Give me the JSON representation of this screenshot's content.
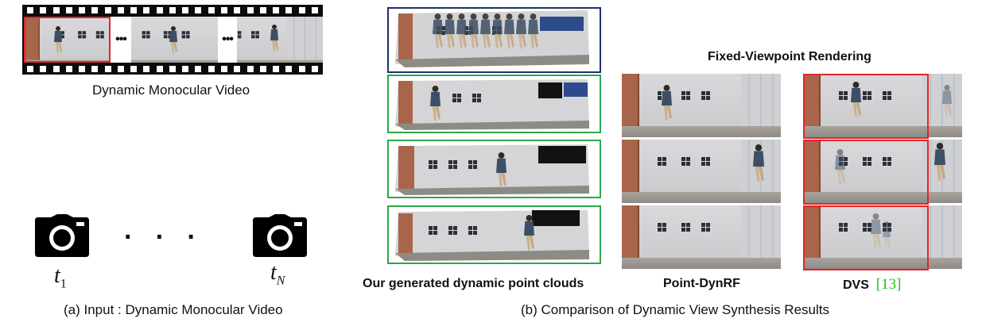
{
  "panel_a": {
    "film_caption": "Dynamic Monocular Video",
    "ellipsis": "•••",
    "camera_dots": "·   ·   ·",
    "t_first": "t",
    "t_first_sub": "1",
    "t_last": "t",
    "t_last_sub": "N",
    "caption": "(a) Input : Dynamic Monocular Video"
  },
  "panel_b": {
    "point_cloud_caption": "Our generated dynamic point clouds",
    "fixed_view_title": "Fixed-Viewpoint Rendering",
    "method_1": "Point-DynRF",
    "method_2": "DVS",
    "method_2_cite": "[13]",
    "caption": "(b) Comparison of Dynamic View Synthesis Results"
  },
  "colors": {
    "highlight_red": "#e0262b",
    "point_cloud_green": "#2aa84a",
    "dynamic_cloud_navy": "#1f2f6e",
    "citation_green": "#19c21a"
  }
}
